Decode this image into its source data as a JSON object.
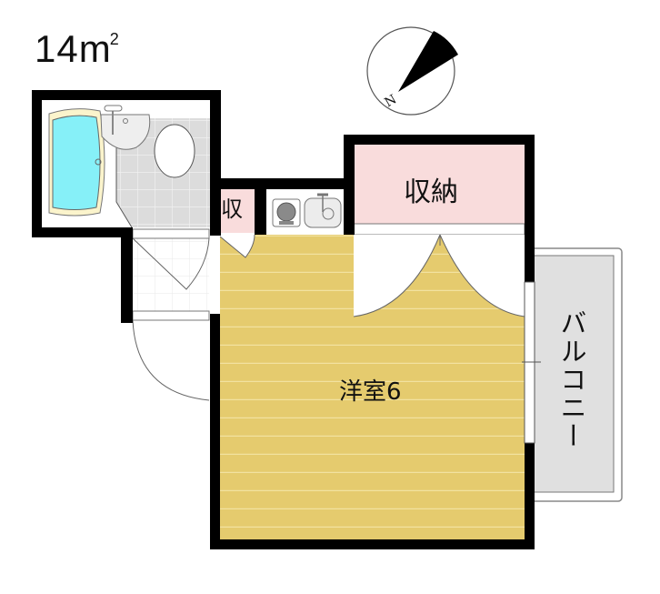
{
  "floor_plan": {
    "area": {
      "value": "14",
      "unit": "m",
      "superscript": "2"
    },
    "compass": {
      "label": "N",
      "icon": "north-arrow-icon"
    },
    "rooms": {
      "storage_closet": {
        "label": "収納",
        "color": "#f9dcdc"
      },
      "small_storage": {
        "label": "収",
        "color": "#f9dcdc"
      },
      "western_room": {
        "label": "洋室6",
        "color": "#e5cb6e"
      },
      "balcony": {
        "label": "バルコニー",
        "color": "#e0e0e0"
      },
      "bathroom": {
        "label": "",
        "tub_color": "#86f0f8",
        "tub_rim_color": "#fbf4cc",
        "tile_color": "#dcdcdc"
      }
    },
    "fixtures": [
      "bathtub-icon",
      "washbasin-icon",
      "toilet-icon",
      "stove-icon",
      "kitchen-sink-icon"
    ],
    "colors": {
      "wall": "#000000",
      "outline": "#777777",
      "floor_line": "#f2e2a0"
    }
  }
}
